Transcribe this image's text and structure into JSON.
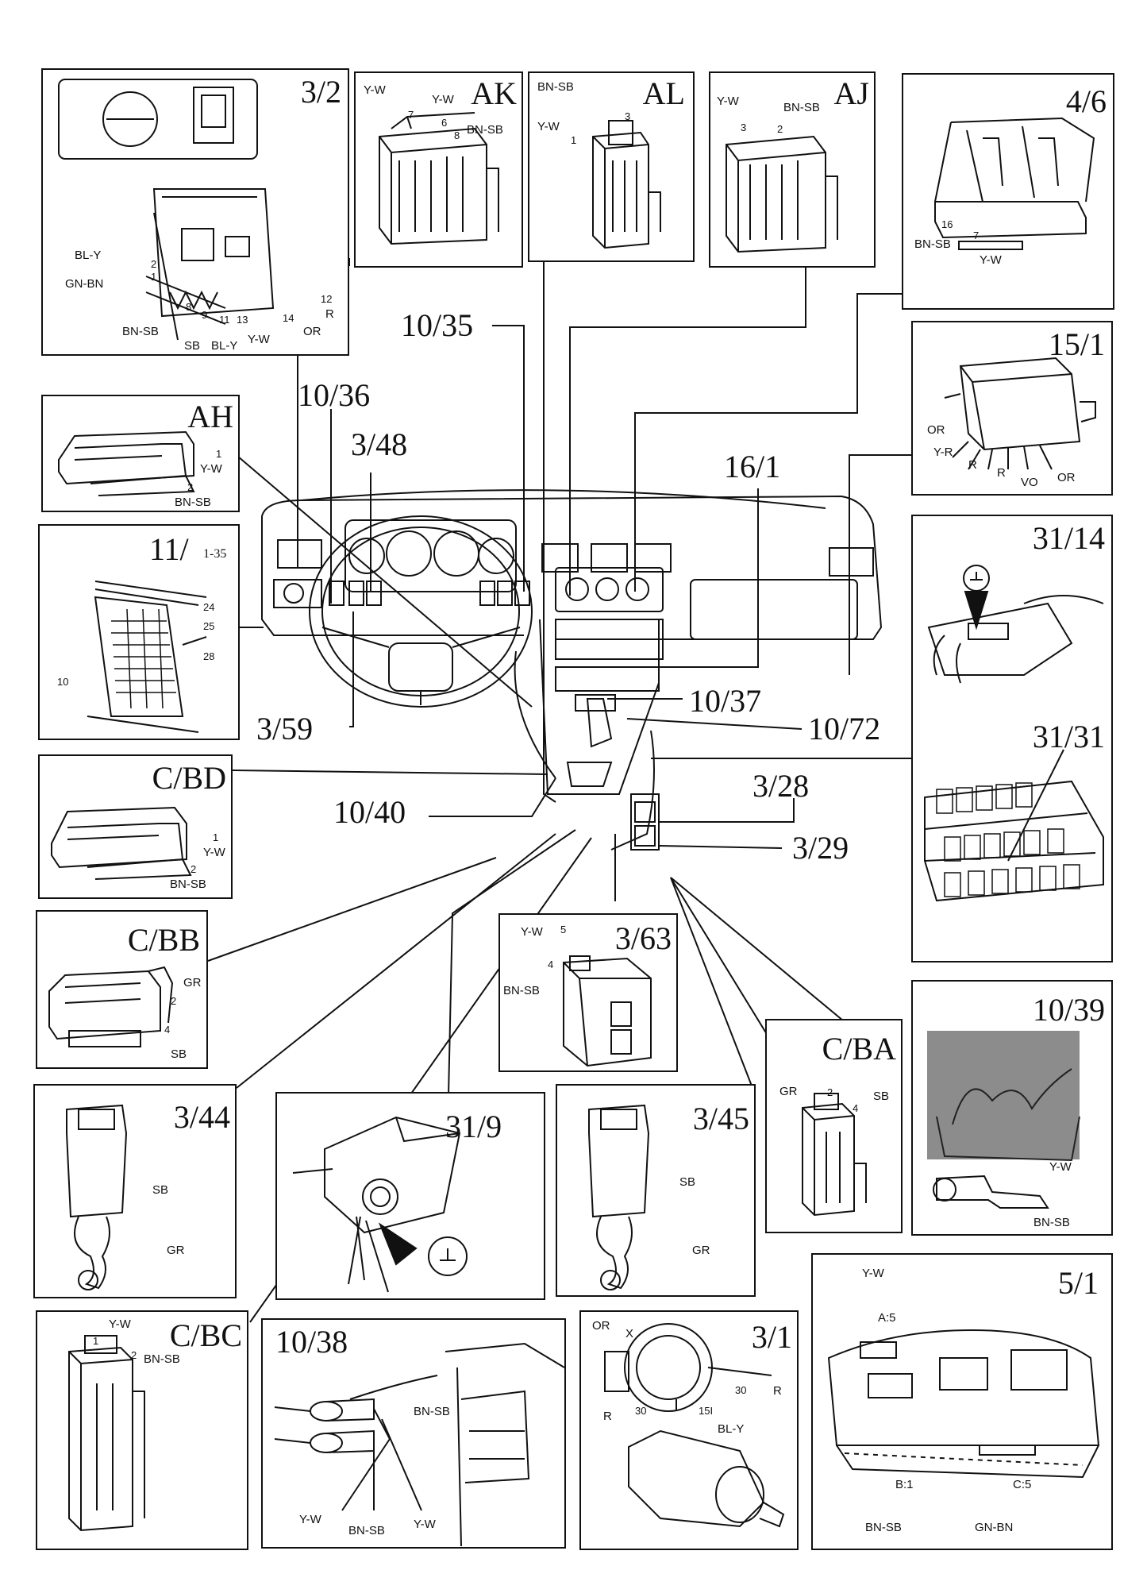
{
  "dashboard_callouts": {
    "c_10_35": "10/35",
    "c_10_36": "10/36",
    "c_3_48": "3/48",
    "c_16_1": "16/1",
    "c_3_59": "3/59",
    "c_10_37": "10/37",
    "c_10_72": "10/72",
    "c_10_40": "10/40",
    "c_3_28": "3/28",
    "c_3_29": "3/29"
  },
  "panels": {
    "p3_2": {
      "id": "3/2",
      "wires": [
        "BL-Y",
        "GN-BN",
        "BN-SB",
        "SB",
        "BL-Y",
        "Y-W",
        "OR",
        "R"
      ],
      "pins": [
        "2",
        "1",
        "8",
        "9",
        "11",
        "13",
        "14",
        "12"
      ]
    },
    "pAK": {
      "id": "AK",
      "wires": [
        "Y-W",
        "Y-W",
        "BN-SB"
      ],
      "pins": [
        "7",
        "6",
        "8"
      ]
    },
    "pAL": {
      "id": "AL",
      "wires": [
        "BN-SB",
        "Y-W"
      ],
      "pins": [
        "3",
        "1"
      ]
    },
    "pAJ": {
      "id": "AJ",
      "wires": [
        "Y-W",
        "BN-SB"
      ],
      "pins": [
        "3",
        "2"
      ]
    },
    "p4_6": {
      "id": "4/6",
      "wires": [
        "BN-SB",
        "Y-W"
      ],
      "pins": [
        "16",
        "7"
      ]
    },
    "pAH": {
      "id": "AH",
      "wires": [
        "Y-W",
        "BN-SB"
      ],
      "pins": [
        "1",
        "2"
      ]
    },
    "p15_1": {
      "id": "15/1",
      "wires": [
        "OR",
        "Y-R",
        "R",
        "R",
        "VO",
        "OR"
      ]
    },
    "p11": {
      "id": "11/",
      "sub": "1-35",
      "pins": [
        "24",
        "25",
        "28",
        "10"
      ]
    },
    "p31_14": {
      "id": "31/14"
    },
    "p31_31": {
      "id": "31/31"
    },
    "pCBD": {
      "id": "C/BD",
      "wires": [
        "Y-W",
        "BN-SB"
      ],
      "pins": [
        "1",
        "2"
      ]
    },
    "pCBB": {
      "id": "C/BB",
      "wires": [
        "GR",
        "SB"
      ],
      "pins": [
        "2",
        "4"
      ]
    },
    "p3_63": {
      "id": "3/63",
      "wires": [
        "Y-W",
        "BN-SB"
      ],
      "pins": [
        "5",
        "4"
      ]
    },
    "pCBA": {
      "id": "C/BA",
      "wires": [
        "GR",
        "SB"
      ],
      "pins": [
        "2",
        "4"
      ]
    },
    "p10_39": {
      "id": "10/39",
      "wires": [
        "Y-W",
        "BN-SB"
      ]
    },
    "p3_44": {
      "id": "3/44",
      "wires": [
        "SB",
        "GR"
      ]
    },
    "p31_9": {
      "id": "31/9"
    },
    "p3_45": {
      "id": "3/45",
      "wires": [
        "SB",
        "GR"
      ]
    },
    "pCBC": {
      "id": "C/BC",
      "wires": [
        "Y-W",
        "BN-SB"
      ],
      "pins": [
        "1",
        "2"
      ]
    },
    "p10_38": {
      "id": "10/38",
      "wires": [
        "BN-SB",
        "Y-W",
        "BN-SB",
        "Y-W"
      ]
    },
    "p3_1": {
      "id": "3/1",
      "wires": [
        "OR",
        "X",
        "R",
        "R",
        "BL-Y"
      ],
      "pins": [
        "30",
        "30",
        "15I"
      ]
    },
    "p5_1": {
      "id": "5/1",
      "wires": [
        "Y-W",
        "BN-SB",
        "GN-BN"
      ],
      "pins": [
        "A:5",
        "B:1",
        "C:5"
      ]
    }
  },
  "colors": {
    "ink": "#111111",
    "paper": "#ffffff",
    "shade": "#8c8c8c"
  }
}
